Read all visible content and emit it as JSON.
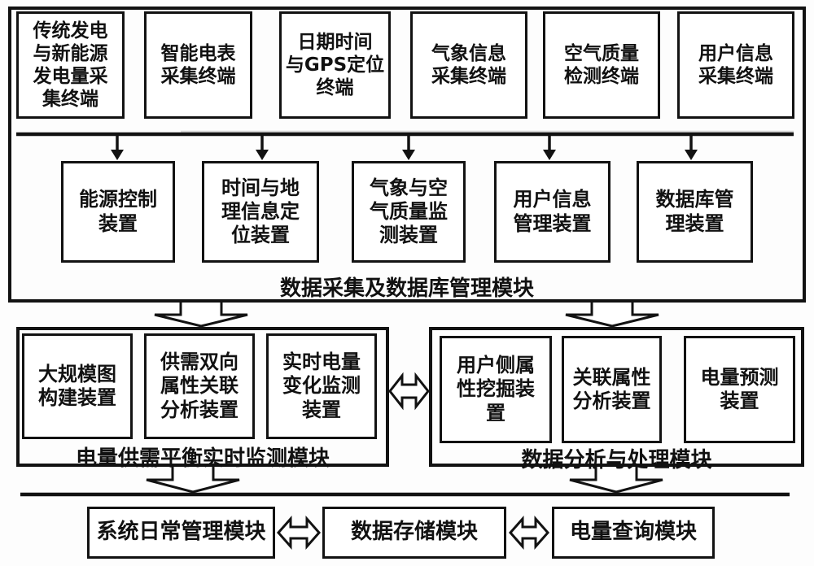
{
  "terminals": [
    {
      "label": "传统发电\n与新能源\n发电量采\n集终端"
    },
    {
      "label": "智能电表\n采集终端"
    },
    {
      "label": "日期时间\n与GPS定位\n终端"
    },
    {
      "label": "气象信息\n采集终端"
    },
    {
      "label": "空气质量\n检测终端"
    },
    {
      "label": "用户信息\n采集终端"
    }
  ],
  "collection_module": {
    "label": "数据采集及数据库管理模块",
    "devices": [
      {
        "label": "能源控制\n装置"
      },
      {
        "label": "时间与地\n理信息定\n位装置"
      },
      {
        "label": "气象与空\n气质量监\n测装置"
      },
      {
        "label": "用户信息\n管理装置"
      },
      {
        "label": "数据库管\n理装置"
      }
    ]
  },
  "monitoring_module": {
    "label": "电量供需平衡实时监测模块",
    "devices": [
      {
        "label": "大规模图\n构建装置"
      },
      {
        "label": "供需双向\n属性关联\n分析装置"
      },
      {
        "label": "实时电量\n变化监测\n装置"
      }
    ]
  },
  "analysis_module": {
    "label": "数据分析与处理模块",
    "devices": [
      {
        "label": "用户侧属\n性挖掘装\n置"
      },
      {
        "label": "关联属性\n分析装置"
      },
      {
        "label": "电量预测\n装置"
      }
    ]
  },
  "bottom_modules": [
    {
      "label": "系统日常管理模块"
    },
    {
      "label": "数据存储模块"
    },
    {
      "label": "电量查询模块"
    }
  ],
  "colors": {
    "line": "#121212",
    "background": "#ffffff"
  }
}
